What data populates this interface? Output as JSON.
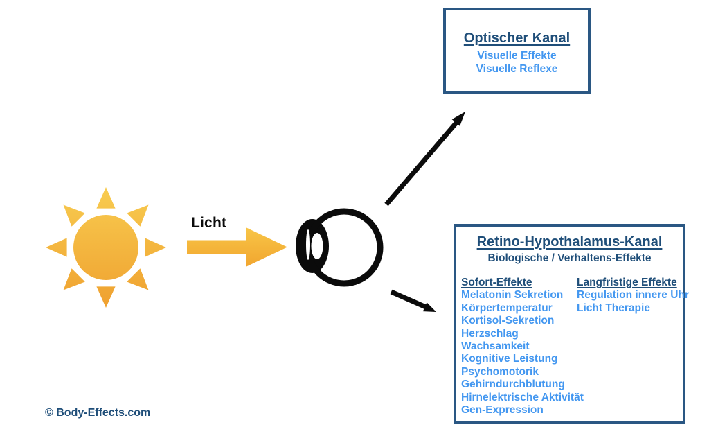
{
  "colors": {
    "dark_navy": "#1F4E79",
    "border_blue": "#2A5783",
    "light_blue": "#4397F0",
    "sun_yellow_top": "#F8CC50",
    "sun_orange_bottom": "#EFA02F",
    "arrow_yellow_top": "#F8C647",
    "arrow_orange_bottom": "#F1A52F",
    "ink": "#0b0b0b"
  },
  "icons": {
    "sun": "sun-icon",
    "light_arrow": "right-arrow-icon",
    "eye": "eye-icon",
    "arrow_to_optical": "up-right-arrow-icon",
    "arrow_to_retino": "down-right-arrow-icon"
  },
  "light": {
    "label": "Licht"
  },
  "optical_box": {
    "title": "Optischer Kanal",
    "items": [
      "Visuelle Effekte",
      "Visuelle Reflexe"
    ]
  },
  "retino_box": {
    "title": "Retino-Hypothalamus-Kanal",
    "subtitle": "Biologische / Verhaltens-Effekte",
    "immediate": {
      "header": "Sofort-Effekte",
      "items": [
        "Melatonin Sekretion",
        "Körpertemperatur",
        "Kortisol-Sekretion",
        "Herzschlag",
        "Wachsamkeit",
        "Kognitive Leistung",
        "Psychomotorik",
        "Gehirndurchblutung",
        "Hirnelektrische Aktivität",
        "Gen-Expression"
      ]
    },
    "longterm": {
      "header": "Langfristige Effekte",
      "items": [
        "Regulation innere Uhr",
        "Licht Therapie"
      ]
    }
  },
  "footer": {
    "copyright": "© Body-Effects.com"
  }
}
